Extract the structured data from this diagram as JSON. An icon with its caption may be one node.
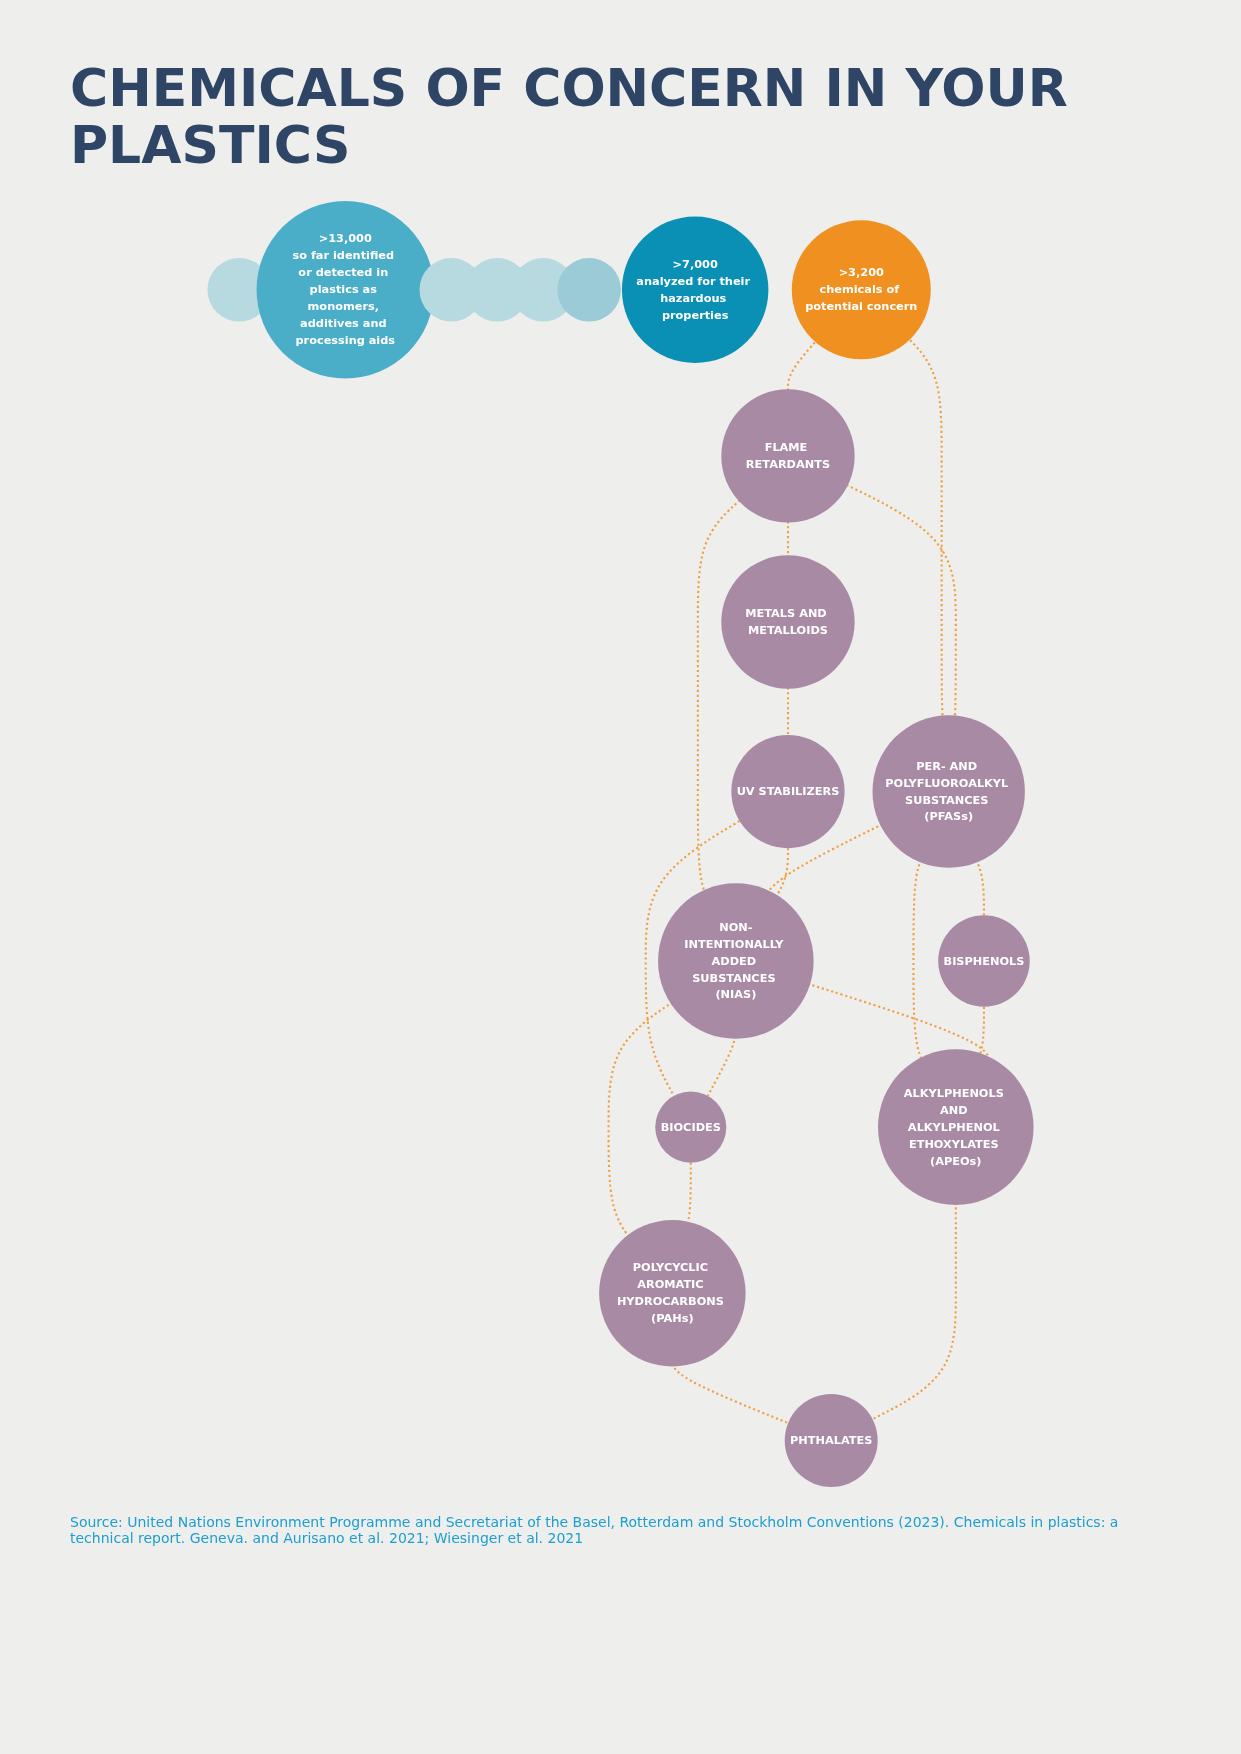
{
  "diagram": {
    "title": "CHEMICALS OF CONCERN IN YOUR PLASTICS",
    "caption": "Source: United Nations Environment Programme and Secretariat of the Basel, Rotterdam and Stockholm Conventions (2023). Chemicals in plastics: a technical report. Geneva. and Aurisano et al. 2021; Wiesinger et al. 2021",
    "nodes": [
      {
        "text": [],
        "shape": "circle"
      },
      {
        "text": [
          ">13,000",
          "so far identified or detected in plastics as monomers, additives and processing aids"
        ]
      },
      {
        "text": [],
        "shape": "circle"
      },
      {
        "text": [],
        "shape": "circle"
      },
      {
        "text": [],
        "shape": "circle"
      },
      {
        "text": [],
        "shape": "circle"
      },
      {
        "text": [
          ">7,000",
          "analyzed for their hazardous properties"
        ]
      },
      {
        "text": [
          ">3,200",
          "chemicals of potential concern"
        ]
      },
      {
        "text": [
          "FLAME RETARDANTS"
        ]
      },
      {
        "text": [
          "BISPHENOLS"
        ]
      },
      {
        "text": [
          "METALS AND METALLOIDS"
        ]
      },
      {
        "text": [
          "PER- AND POLYFLUOROALKYL SUBSTANCES (PFASs)"
        ]
      },
      {
        "text": [
          "NON-INTENTIONALLY ADDED SUBSTANCES (NIAS)"
        ]
      },
      {
        "text": [
          "ALKYLPHENOLS AND ALKYLPHENOL ETHOXYLATES (APEOs)"
        ]
      },
      {
        "text": [
          "UV STABILIZERS"
        ]
      },
      {
        "text": [
          "BIOCIDES"
        ]
      },
      {
        "text": [
          "POLYCYCLIC AROMATIC HYDROCARBONS (PAHs)"
        ]
      },
      {
        "text": [
          "PHTHALATES"
        ]
      }
    ],
    "edges": [
      {
        "from": 7,
        "to": 8,
        "arrow": "none",
        "style": "dashed"
      },
      {
        "from": 7,
        "to": 11,
        "arrow": "none",
        "style": "dashed"
      },
      {
        "from": 8,
        "to": 10,
        "arrow": "none",
        "style": "dashed"
      },
      {
        "from": 8,
        "to": 11,
        "arrow": "none",
        "style": "dashed"
      },
      {
        "from": 8,
        "to": 12,
        "arrow": "none",
        "style": "dashed"
      },
      {
        "from": 11,
        "to": 9,
        "arrow": "none",
        "style": "dashed"
      },
      {
        "from": 11,
        "to": 12,
        "arrow": "none",
        "style": "dashed"
      },
      {
        "from": 11,
        "to": 13,
        "arrow": "none",
        "style": "dashed"
      },
      {
        "from": 9,
        "to": 13,
        "arrow": "none",
        "style": "dashed"
      },
      {
        "from": 10,
        "to": 14,
        "arrow": "none",
        "style": "dashed"
      },
      {
        "from": 14,
        "to": 12,
        "arrow": "none",
        "style": "dashed"
      },
      {
        "from": 14,
        "to": 15,
        "arrow": "none",
        "style": "dashed"
      },
      {
        "from": 12,
        "to": 13,
        "arrow": "none",
        "style": "dashed"
      },
      {
        "from": 12,
        "to": 15,
        "arrow": "none",
        "style": "dashed"
      },
      {
        "from": 12,
        "to": 16,
        "arrow": "none",
        "style": "dashed"
      },
      {
        "from": 15,
        "to": 16,
        "arrow": "none",
        "style": "dashed"
      },
      {
        "from": 16,
        "to": 17,
        "arrow": "none",
        "style": "dashed"
      },
      {
        "from": 13,
        "to": 17,
        "arrow": "none",
        "style": "dashed"
      }
    ]
  }
}
